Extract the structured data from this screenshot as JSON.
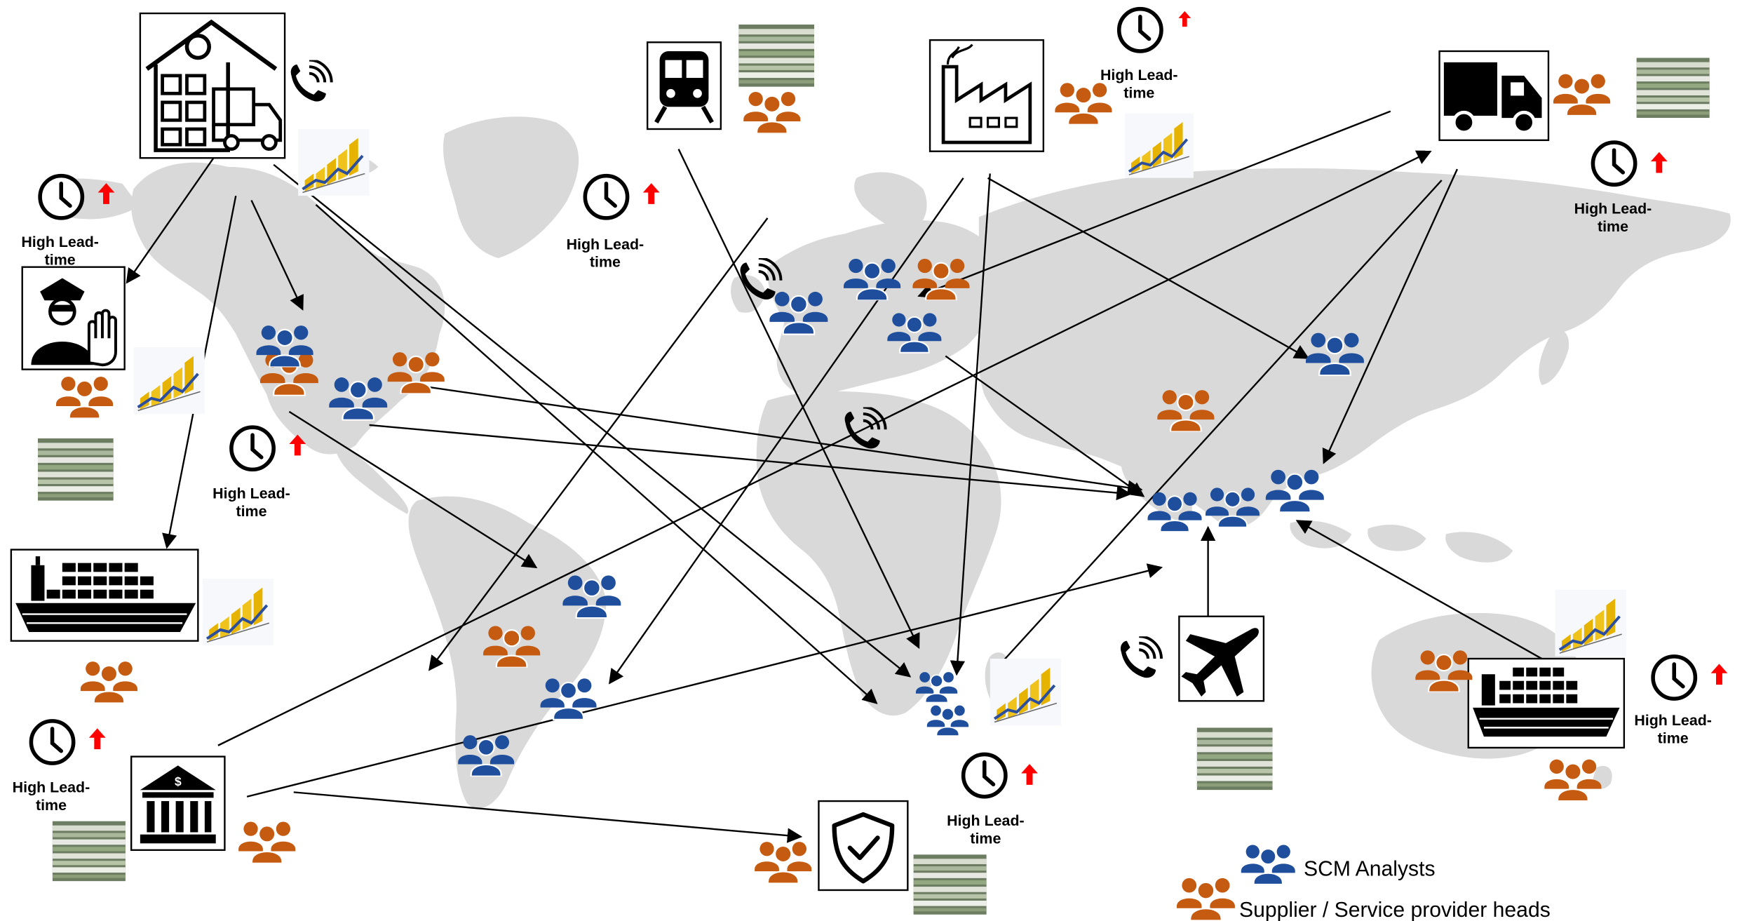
{
  "colors": {
    "land": "#d9d9d9",
    "analyst": "#1f4e9c",
    "supplier": "#c55a11",
    "alert_arrow": "#ff0000",
    "doc_stack": "#8fa37d",
    "chart_gold": "#e8b800"
  },
  "labels": {
    "high_lead_time_line1": "High Lead-",
    "high_lead_time_line2": "time"
  },
  "legend": {
    "analysts_label": "SCM Analysts",
    "suppliers_label": "Supplier / Service provider heads"
  },
  "icons": {
    "hubs": [
      "warehouse-icon",
      "train-icon",
      "factory-icon",
      "truck-icon",
      "customs-officer-icon",
      "cargo-ship-icon",
      "bank-icon",
      "airplane-icon",
      "security-shield-icon"
    ],
    "markers": [
      "clock-icon",
      "phone-icon",
      "stacked-documents-icon",
      "rising-chart-icon",
      "people-group-icon"
    ]
  }
}
